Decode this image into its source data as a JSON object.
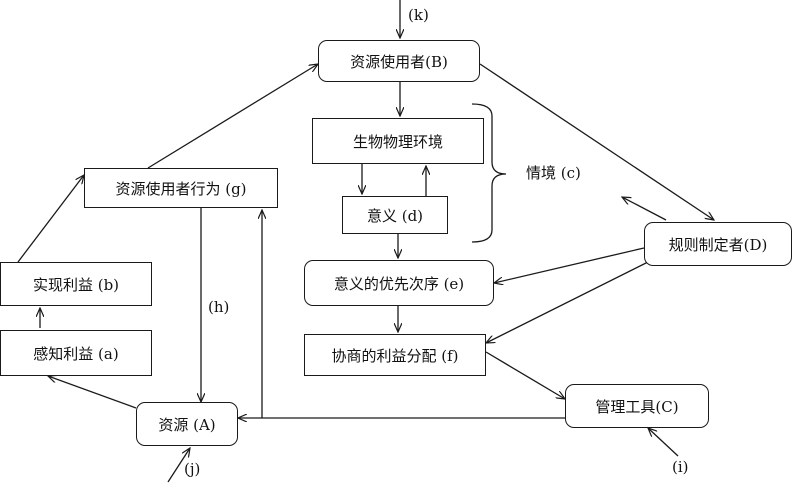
{
  "nodes": {
    "user": "资源使用者(B)",
    "env": "生物物理环境",
    "meaning": "意义 (d)",
    "priority": "意义的优先次序 (e)",
    "benefit": "协商的利益分配 (f)",
    "behavior": "资源使用者行为 (g)",
    "realized": "实现利益 (b)",
    "perceived": "感知利益 (a)",
    "resource": "资源 (A)",
    "rulemaker": "规则制定者(D)",
    "tools": "管理工具(C)"
  },
  "labels": {
    "context": "情境 (c)",
    "h": "(h)",
    "i": "(i)",
    "j": "(j)",
    "k": "(k)"
  }
}
